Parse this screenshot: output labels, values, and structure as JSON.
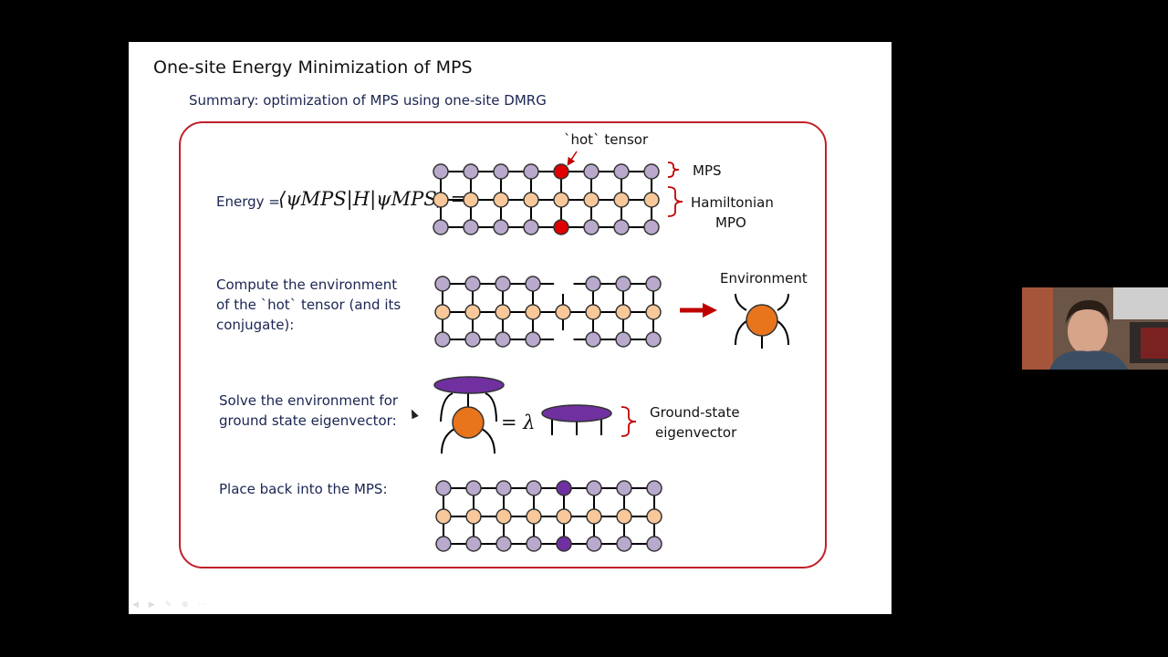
{
  "slide": {
    "title": "One-site Energy Minimization of MPS",
    "subtitle": "Summary: optimization of MPS using one-site DMRG"
  },
  "energy": {
    "prefix": "Energy = ",
    "formula": "⟨ψMPS|H|ψMPS⟩ =",
    "hot_label": "`hot` tensor",
    "mps_label": "MPS",
    "ham_label_line1": "Hamiltonian",
    "ham_label_line2": "MPO"
  },
  "environment": {
    "line1": "Compute the environment",
    "line2": "of the `hot` tensor (and its",
    "line3": "conjugate):",
    "result_label": "Environment"
  },
  "eigen": {
    "line1": "Solve the environment for",
    "line2": "ground state eigenvector:",
    "equals_lambda": "= λ",
    "label_line1": "Ground-state",
    "label_line2": "eigenvector"
  },
  "place": {
    "line1": "Place back into the MPS:"
  },
  "colors": {
    "frame": "#c0202a",
    "mps_node": "#b9a9cc",
    "mpo_node": "#f8c89a",
    "hot_node": "#e00000",
    "env_node": "#e8741c",
    "eigvec": "#7030a0",
    "arrow": "#c00000"
  },
  "icons": {
    "cursor": "mouse-pointer-icon",
    "controls": "slide-controls-icon",
    "webcam": "presenter-webcam"
  }
}
